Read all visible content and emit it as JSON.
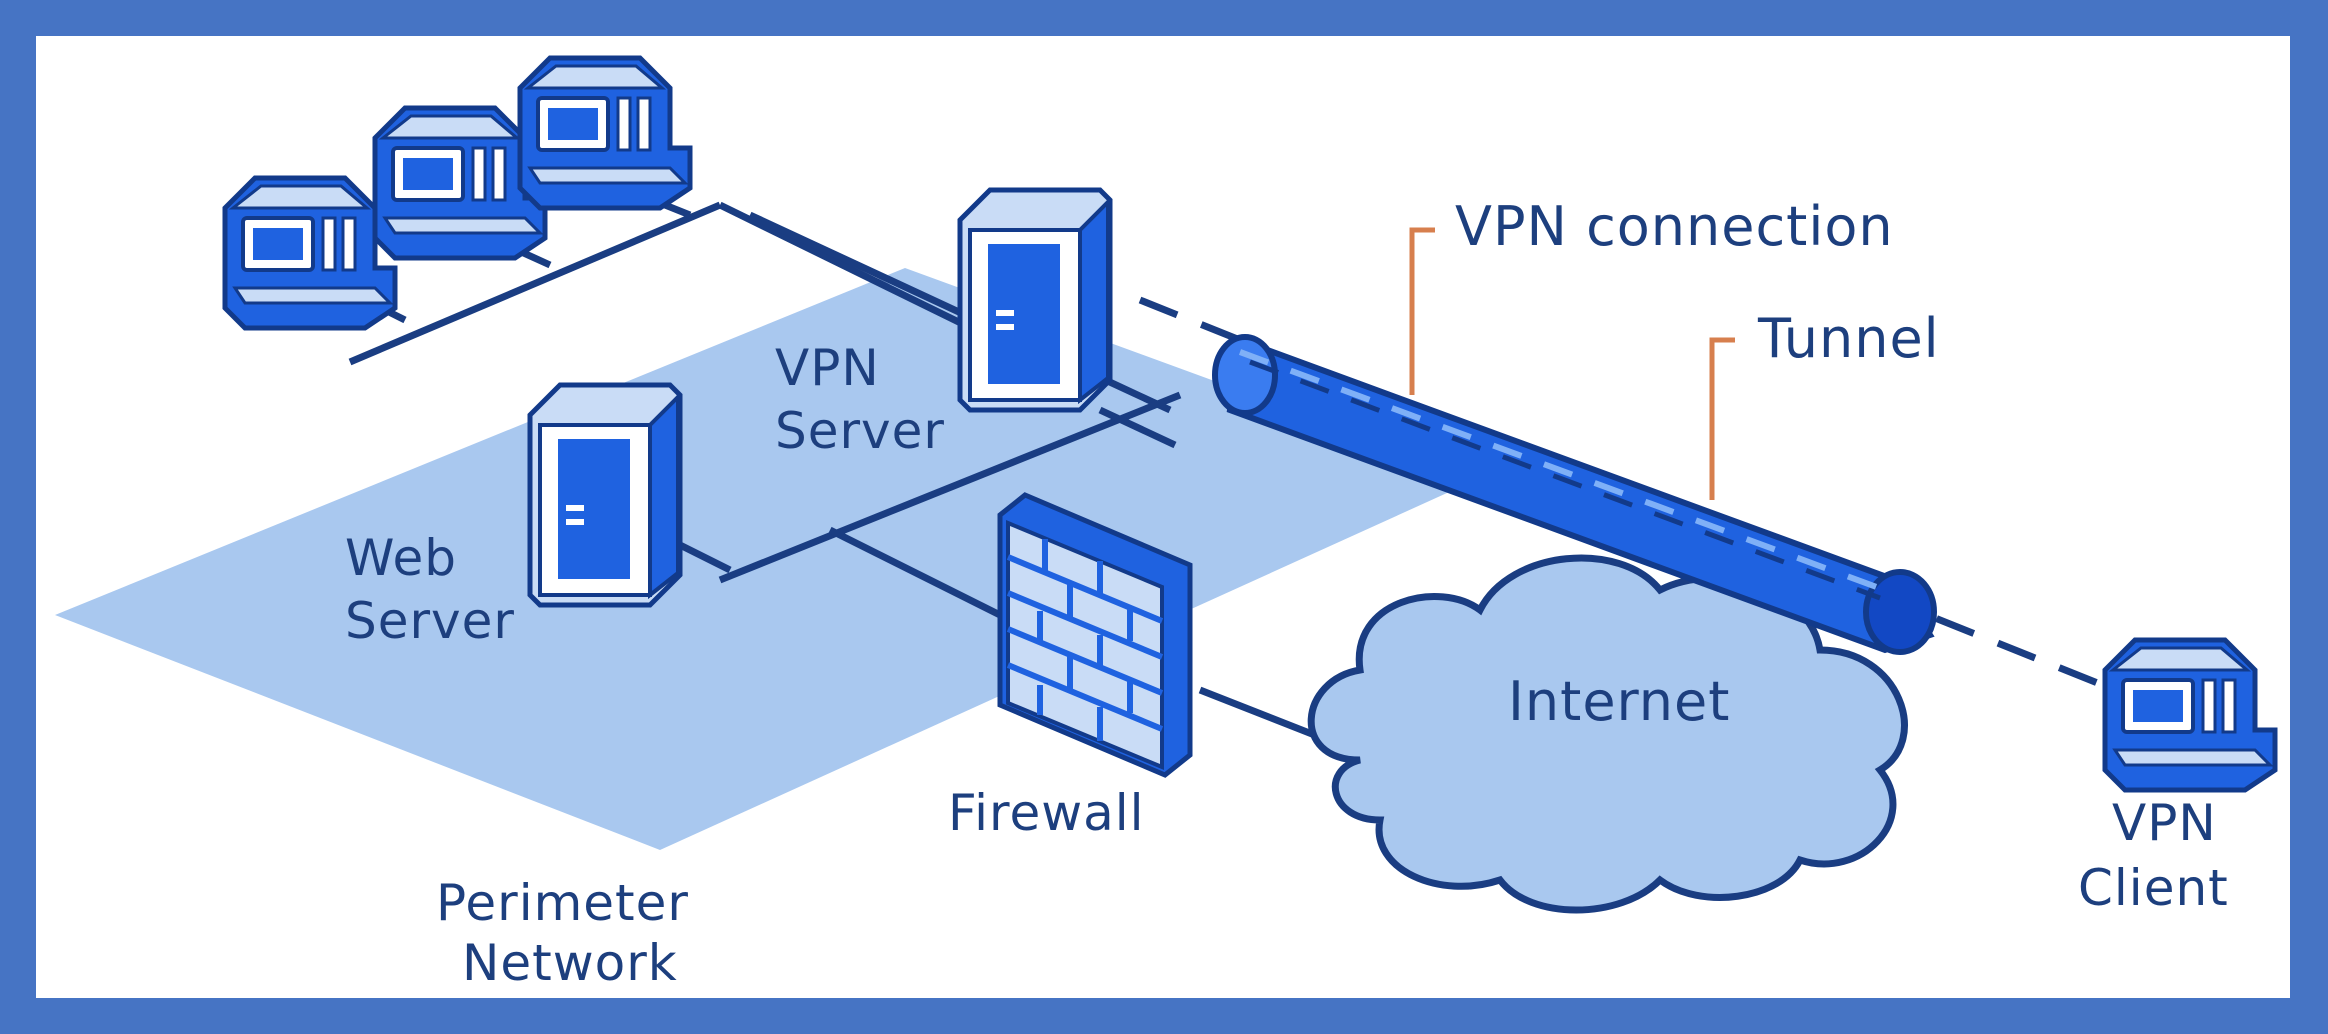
{
  "labels": {
    "vpn_connection": "VPN connection",
    "tunnel": "Tunnel",
    "vpn_server_line1": "VPN",
    "vpn_server_line2": "Server",
    "web_server_line1": "Web",
    "web_server_line2": "Server",
    "firewall": "Firewall",
    "internet": "Internet",
    "perimeter_line1": "Perimeter",
    "perimeter_line2": "Network",
    "vpn_client_line1": "VPN",
    "vpn_client_line2": "Client"
  },
  "colors": {
    "frame": "#4674c4",
    "canvas": "#ffffff",
    "perimeter_fill": "#a9c8ef",
    "device_blue": "#1f62e0",
    "device_light": "#c9dcf6",
    "line": "#1a3d82",
    "callout": "#d77f4e",
    "label": "#1d3f7e"
  }
}
